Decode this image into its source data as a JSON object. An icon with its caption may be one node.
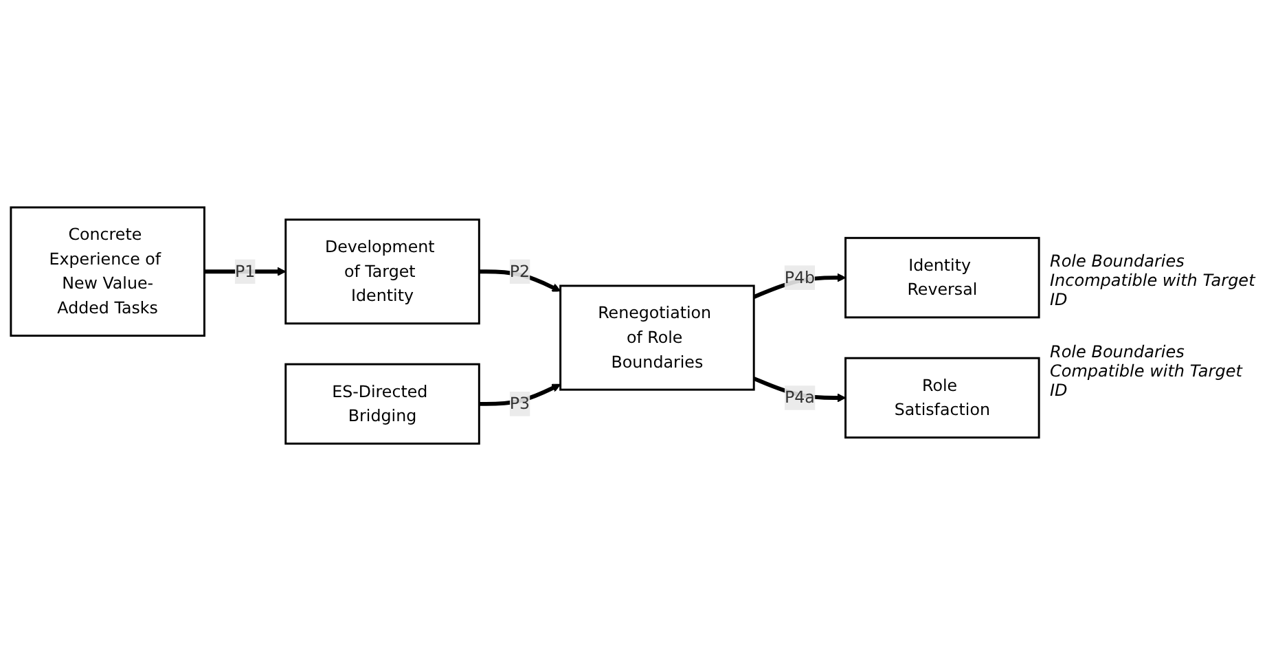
{
  "diagram": {
    "nodes": [
      {
        "text": [
          "Concrete Experience of New Value-Added Tasks"
        ]
      },
      {
        "text": [
          "Development of Target Identity"
        ]
      },
      {
        "text": [
          "ES-Directed Bridging"
        ]
      },
      {
        "text": [
          "Renegotiation of Role Boundaries"
        ]
      },
      {
        "text": [
          "Identity Reversal"
        ]
      },
      {
        "text": [
          "Role Satisfaction"
        ]
      }
    ],
    "edges": [
      {
        "from": 0,
        "to": 1,
        "arrow": "to",
        "label": "P1"
      },
      {
        "from": 1,
        "to": 3,
        "arrow": "to",
        "label": "P2"
      },
      {
        "from": 2,
        "to": 3,
        "arrow": "to",
        "label": "P3"
      },
      {
        "from": 3,
        "to": 4,
        "arrow": "to",
        "label": "P4b"
      },
      {
        "from": 3,
        "to": 5,
        "arrow": "to",
        "label": "P4a"
      }
    ],
    "labels": [
      "Role Boundaries Incompatible with Target ID",
      "Role Boundaries Compatible with Target ID"
    ]
  }
}
